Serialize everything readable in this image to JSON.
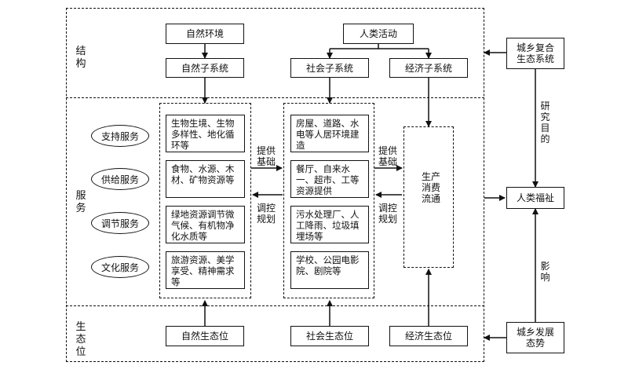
{
  "diagram": {
    "sections": {
      "structure": "结构",
      "service": "服务",
      "niche": "生态位"
    },
    "top_boxes": {
      "natural_env": "自然环境",
      "human_activity": "人类活动",
      "natural_sub": "自然子系统",
      "social_sub": "社会子系统",
      "economic_sub": "经济子系统"
    },
    "services": [
      {
        "label": "支持服务",
        "cell": "生物生境、生物多样性、地化循环等"
      },
      {
        "label": "供给服务",
        "cell": "食物、水源、木材、矿物资源等"
      },
      {
        "label": "调节服务",
        "cell": "绿地资源调节微气候、有机物净化水质等"
      },
      {
        "label": "文化服务",
        "cell": "旅游资源、美学享受、精神需求等"
      }
    ],
    "social_cells": [
      "房屋、道路、水电等人居环境建造",
      "餐厅、自来水一、超市、工等资源提供",
      "污水处理厂、人工降雨、垃圾填埋场等",
      "学校、公园电影院、剧院等"
    ],
    "flow_box": "生产消费流通",
    "edge_labels": {
      "provide1": "提供基础",
      "regulate1": "调控规划",
      "provide2": "提供基础",
      "regulate2": "调控规划"
    },
    "right": {
      "composite": "城乡复合生态系统",
      "research": "研究目的",
      "welfare": "人类福祉",
      "influence": "影响",
      "trend": "城乡发展态势"
    },
    "niche_boxes": {
      "natural": "自然生态位",
      "social": "社会生态位",
      "economic": "经济生态位"
    }
  }
}
